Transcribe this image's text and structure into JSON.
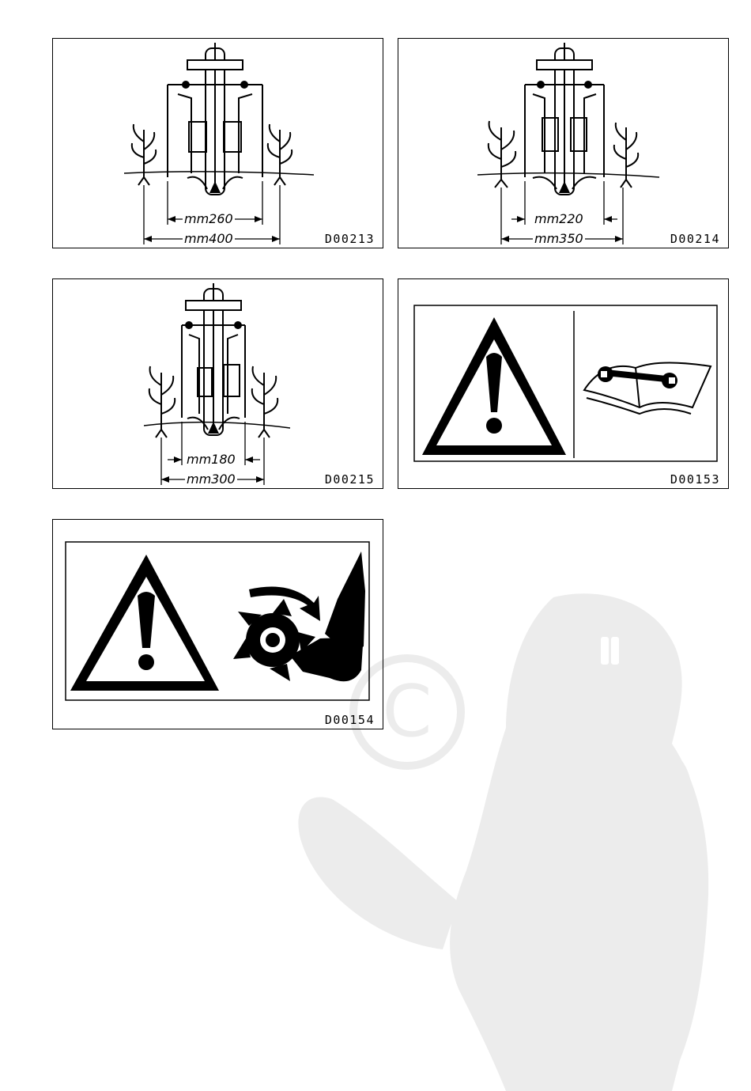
{
  "figures": [
    {
      "code": "D00213",
      "inner": "mm260",
      "outer": "mm400"
    },
    {
      "code": "D00214",
      "inner": "mm220",
      "outer": "mm350"
    },
    {
      "code": "D00215",
      "inner": "mm180",
      "outer": "mm300"
    },
    {
      "code": "D00153"
    },
    {
      "code": "D00154"
    }
  ],
  "icons": {
    "warning": "warning-triangle-icon",
    "manual": "manual-wrench-icon",
    "rotor": "rotor-hazard-icon",
    "watermark": "beaver-copyright-watermark"
  },
  "colors": {
    "ink": "#000000",
    "paper": "#ffffff",
    "watermark": "#ebebeb"
  }
}
